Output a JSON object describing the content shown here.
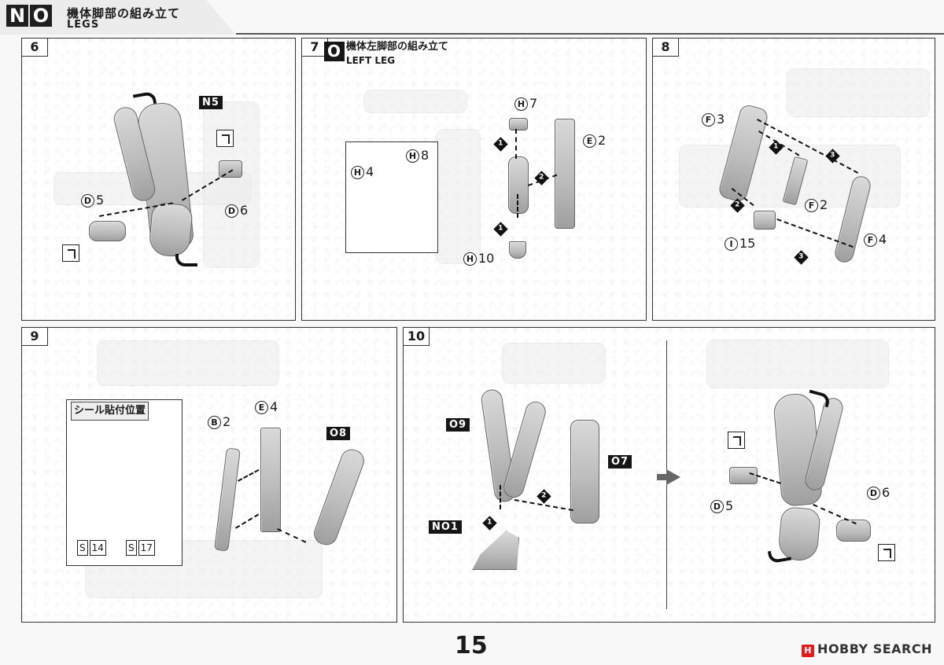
{
  "header": {
    "section_left": "N",
    "section_right": "O",
    "title_jp": "機体脚部の組み立て",
    "title_en": "LEGS"
  },
  "steps": {
    "s6": "6",
    "s7": "7",
    "s8": "8",
    "s9": "9",
    "s10": "10"
  },
  "step7": {
    "subsection": "O",
    "title_jp": "機体左脚部の組み立て",
    "title_en": "LEFT LEG"
  },
  "labels": {
    "n5": "N5",
    "d5": "5",
    "d6": "6",
    "h7": "7",
    "e2": "2",
    "h4": "4",
    "h8": "8",
    "h10": "10",
    "f3": "3",
    "f2": "2",
    "f4": "4",
    "i15": "15",
    "b2": "2",
    "e4": "4",
    "o8": "O8",
    "o9": "O9",
    "o7": "O7",
    "no1": "NO1",
    "seal_title": "シール貼付位置",
    "s14": "14",
    "s17": "17"
  },
  "letters": {
    "d": "D",
    "h": "H",
    "e": "E",
    "f": "F",
    "i": "I",
    "b": "B",
    "s": "S"
  },
  "footer": {
    "page_number": "15",
    "watermark": "HOBBY SEARCH"
  }
}
